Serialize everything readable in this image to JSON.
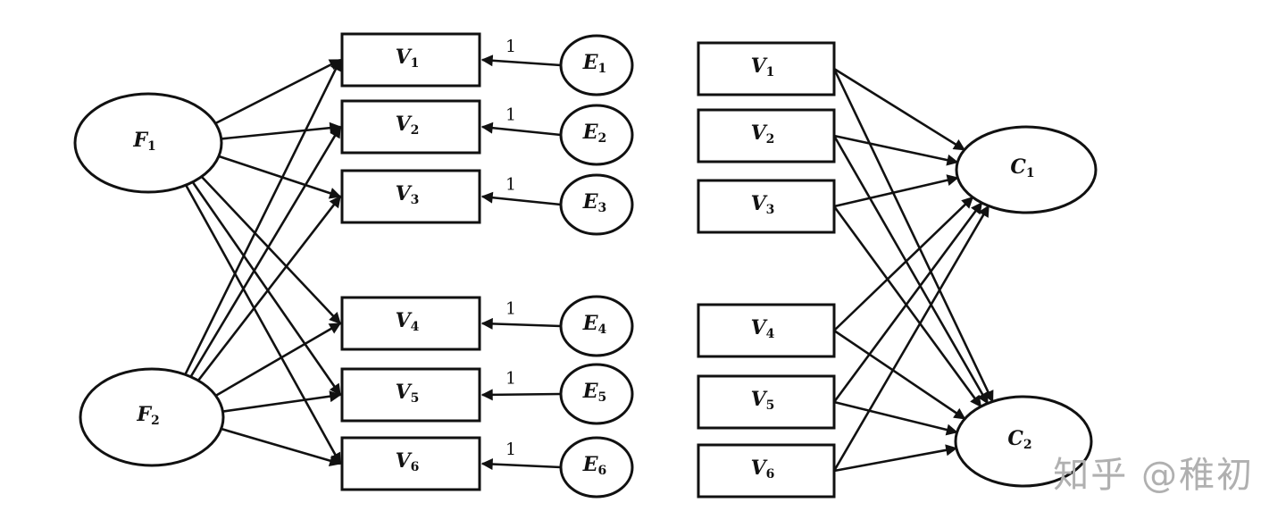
{
  "left_model": {
    "factors": [
      {
        "id": "F1",
        "base": "F",
        "sub": "1"
      },
      {
        "id": "F2",
        "base": "F",
        "sub": "2"
      }
    ],
    "indicators": [
      {
        "id": "V1",
        "base": "V",
        "sub": "1"
      },
      {
        "id": "V2",
        "base": "V",
        "sub": "2"
      },
      {
        "id": "V3",
        "base": "V",
        "sub": "3"
      },
      {
        "id": "V4",
        "base": "V",
        "sub": "4"
      },
      {
        "id": "V5",
        "base": "V",
        "sub": "5"
      },
      {
        "id": "V6",
        "base": "V",
        "sub": "6"
      }
    ],
    "errors": [
      {
        "id": "E1",
        "base": "E",
        "sub": "1",
        "target": "V1",
        "weight": "1"
      },
      {
        "id": "E2",
        "base": "E",
        "sub": "2",
        "target": "V2",
        "weight": "1"
      },
      {
        "id": "E3",
        "base": "E",
        "sub": "3",
        "target": "V3",
        "weight": "1"
      },
      {
        "id": "E4",
        "base": "E",
        "sub": "4",
        "target": "V4",
        "weight": "1"
      },
      {
        "id": "E5",
        "base": "E",
        "sub": "5",
        "target": "V5",
        "weight": "1"
      },
      {
        "id": "E6",
        "base": "E",
        "sub": "6",
        "target": "V6",
        "weight": "1"
      }
    ],
    "edges": [
      [
        "F1",
        "V1"
      ],
      [
        "F1",
        "V2"
      ],
      [
        "F1",
        "V3"
      ],
      [
        "F1",
        "V4"
      ],
      [
        "F1",
        "V5"
      ],
      [
        "F1",
        "V6"
      ],
      [
        "F2",
        "V1"
      ],
      [
        "F2",
        "V2"
      ],
      [
        "F2",
        "V3"
      ],
      [
        "F2",
        "V4"
      ],
      [
        "F2",
        "V5"
      ],
      [
        "F2",
        "V6"
      ]
    ]
  },
  "right_model": {
    "indicators": [
      {
        "id": "V1",
        "base": "V",
        "sub": "1"
      },
      {
        "id": "V2",
        "base": "V",
        "sub": "2"
      },
      {
        "id": "V3",
        "base": "V",
        "sub": "3"
      },
      {
        "id": "V4",
        "base": "V",
        "sub": "4"
      },
      {
        "id": "V5",
        "base": "V",
        "sub": "5"
      },
      {
        "id": "V6",
        "base": "V",
        "sub": "6"
      }
    ],
    "components": [
      {
        "id": "C1",
        "base": "C",
        "sub": "1"
      },
      {
        "id": "C2",
        "base": "C",
        "sub": "2"
      }
    ],
    "edges": [
      [
        "V1",
        "C1"
      ],
      [
        "V2",
        "C1"
      ],
      [
        "V3",
        "C1"
      ],
      [
        "V4",
        "C1"
      ],
      [
        "V5",
        "C1"
      ],
      [
        "V6",
        "C1"
      ],
      [
        "V1",
        "C2"
      ],
      [
        "V2",
        "C2"
      ],
      [
        "V3",
        "C2"
      ],
      [
        "V4",
        "C2"
      ],
      [
        "V5",
        "C2"
      ],
      [
        "V6",
        "C2"
      ]
    ]
  },
  "watermark": "知乎 @稚初"
}
